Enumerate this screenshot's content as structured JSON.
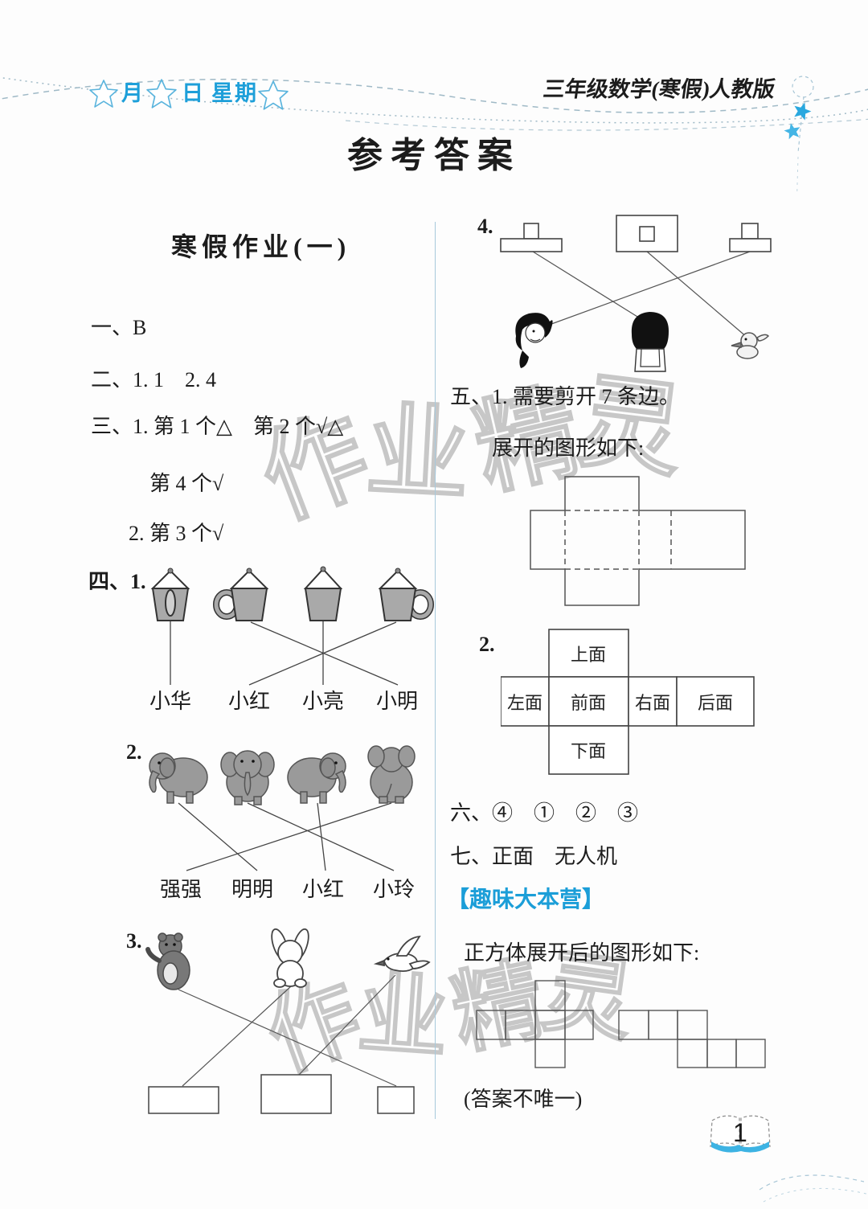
{
  "header": {
    "month_label": "月",
    "day_label": "日",
    "week_label": "星期",
    "edition": "三年级数学(寒假)人教版"
  },
  "page_title": "参考答案",
  "watermark_text": "作业精灵",
  "homework_title": "寒假作业(一)",
  "answers": {
    "q1": "一、B",
    "q2": "二、1. 1　2. 4",
    "q3_line1": "三、1. 第 1 个△　第 2 个√△",
    "q3_line2": "第 4 个√",
    "q3_line3": "2. 第 3 个√",
    "q4_label": "四、1.",
    "q4_1_names": [
      "小华",
      "小红",
      "小亮",
      "小明"
    ],
    "q4_2_label": "2.",
    "q4_2_names": [
      "强强",
      "明明",
      "小红",
      "小玲"
    ],
    "q4_3_label": "3.",
    "q4_4_label": "4.",
    "q5_line1": "五、1. 需要剪开 7 条边。",
    "q5_line2": "展开的图形如下:",
    "q5_2_label": "2.",
    "q5_2_faces": {
      "top": "上面",
      "left": "左面",
      "front": "前面",
      "right": "右面",
      "back": "后面",
      "bottom": "下面"
    },
    "q6": "六、④　①　②　③",
    "q7": "七、正面　无人机",
    "fun_section_title": "【趣味大本营】",
    "fun_line1": "正方体展开后的图形如下:",
    "fun_note": "(答案不唯一)"
  },
  "footer": {
    "page_number": "1"
  },
  "colors": {
    "accent_blue": "#29a8df",
    "divider_blue": "#a7c9dc",
    "watermark_gray": "#c7c7c7",
    "shape_gray": "#a9a9a9"
  }
}
